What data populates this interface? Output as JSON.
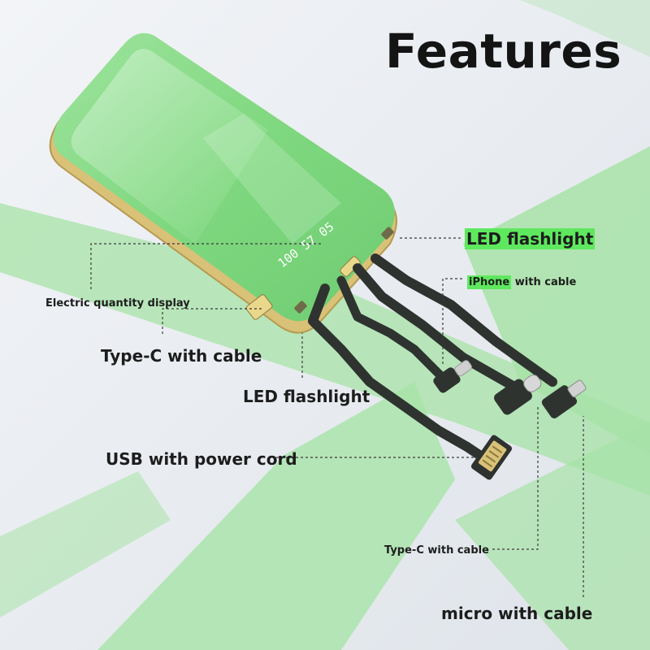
{
  "title": "Features",
  "colors": {
    "device_green": "#8fdf8f",
    "frame_gold": "#d9c178",
    "stripe_green": "#a7e3a7",
    "cable_dark": "#2f3330",
    "display_white": "#ffffff",
    "highlight": "#5ee85e"
  },
  "display_text": "100 57 05",
  "labels": {
    "led_top": "LED flashlight",
    "iphone_cable": "iPhone",
    "iphone_cable_rest": " with cable",
    "electric_display": "Electric quantity display",
    "typec_left": "Type-C with cable",
    "led_bottom": "LED flashlight",
    "usb_power": "USB with power cord",
    "typec_bottom": "Type-C with cable",
    "micro_cable": "micro with cable"
  }
}
